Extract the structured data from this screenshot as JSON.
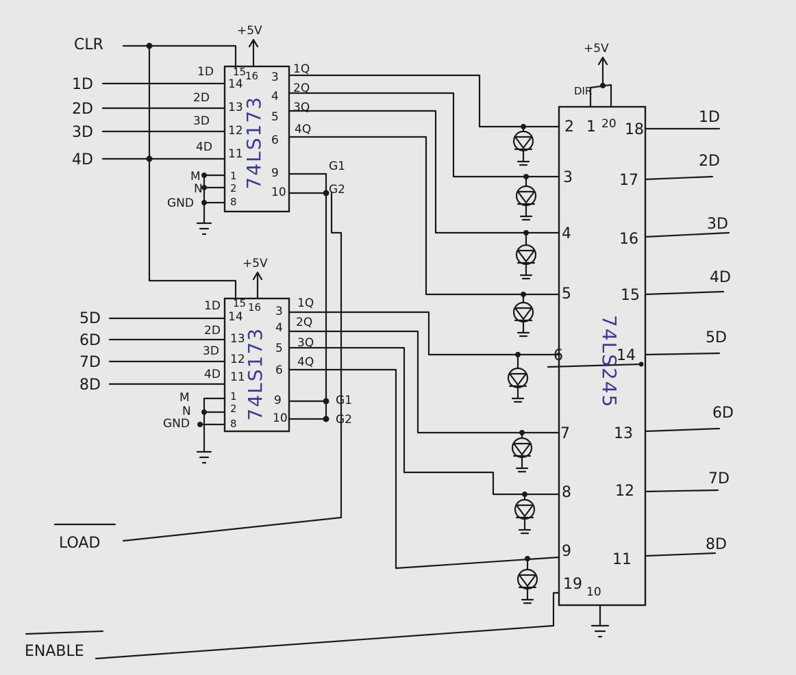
{
  "top_labels": {
    "clr": "CLR",
    "load": "LOAD",
    "enable": "ENABLE",
    "vcc_a": "+5V",
    "vcc_b": "+5V",
    "vcc_c": "+5V",
    "dir": "DIR"
  },
  "inputs_left": [
    "1D",
    "2D",
    "3D",
    "4D",
    "5D",
    "6D",
    "7D",
    "8D"
  ],
  "outputs_right": [
    "1D",
    "2D",
    "3D",
    "4D",
    "5D",
    "6D",
    "7D",
    "8D"
  ],
  "chip_a": {
    "name": "74LS173",
    "in_labels": [
      "1D",
      "2D",
      "3D",
      "4D"
    ],
    "in_pins": [
      "14",
      "13",
      "12",
      "11"
    ],
    "pin15": "15",
    "pin16": "16",
    "out_pins": [
      "3",
      "4",
      "5",
      "6"
    ],
    "out_labels": [
      "1Q",
      "2Q",
      "3Q",
      "4Q"
    ],
    "ctrl_labels": [
      "M",
      "N",
      "GND"
    ],
    "ctrl_pins": [
      "1",
      "2",
      "8"
    ],
    "g_pins": [
      "9",
      "10"
    ],
    "g_labels": [
      "G1",
      "G2"
    ]
  },
  "chip_b": {
    "name": "74LS173",
    "in_labels": [
      "1D",
      "2D",
      "3D",
      "4D"
    ],
    "in_pins": [
      "14",
      "13",
      "12",
      "11"
    ],
    "pin15": "15",
    "pin16": "16",
    "out_pins": [
      "3",
      "4",
      "5",
      "6"
    ],
    "out_labels": [
      "1Q",
      "2Q",
      "3Q",
      "4Q"
    ],
    "ctrl_labels": [
      "M",
      "N",
      "GND"
    ],
    "ctrl_pins": [
      "1",
      "2",
      "8"
    ],
    "g_pins": [
      "9",
      "10"
    ],
    "g_labels": [
      "G1",
      "G2"
    ]
  },
  "chip_c": {
    "name": "74LS245",
    "left_pins": [
      "2",
      "3",
      "4",
      "5",
      "6",
      "7",
      "8",
      "9"
    ],
    "right_pins": [
      "18",
      "17",
      "16",
      "15",
      "14",
      "13",
      "12",
      "11"
    ],
    "top_pins": [
      "1",
      "20"
    ],
    "pin19": "19",
    "pin10": "10"
  }
}
